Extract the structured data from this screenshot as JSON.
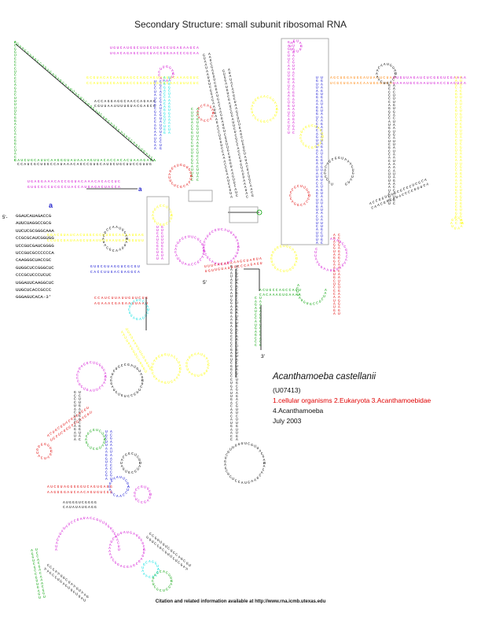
{
  "title": "Secondary Structure: small subunit ribosomal RNA",
  "organism": {
    "name": "Acanthamoeba castellanii",
    "accession": "(U07413)",
    "lineage": "1.cellular organisms 2.Eukaryota 3.Acanthamoebidae",
    "sublineage": "4.Acanthamoeba",
    "date": "July 2003"
  },
  "citation": "Citation and related information available at http://www.rna.icmb.utexas.edu",
  "inset": {
    "label": "a",
    "five_prime": "5'-",
    "sequence_lines": [
      "GGAUCAUAGACCG",
      "AUUCUAGGCCGCG",
      "UUCUCGCGGGCAAA",
      "CCGCGCAUCGGUGG",
      "UCCGUCGAUCGGGG",
      "UCCGUCGCCCCCCA",
      "CAAGGGCUACCGC",
      "GUGGCUCCGGGCUC",
      "CCCGCUCCCUCUC",
      "UGGAUUCAAGGCUC",
      "UUGCUCACCGCCC",
      "GGGAGUCACA-3'"
    ]
  },
  "markers": {
    "five_prime_end": "5'",
    "three_prime_end": "3'",
    "loop_a": "a"
  },
  "colors": {
    "line": "#000000",
    "lineage": "#e00000",
    "inset_label": "#2222cc",
    "palette": [
      "#000000",
      "#e00000",
      "#00a000",
      "#ffff00",
      "#00e0e0",
      "#0000d0",
      "#d000d0",
      "#ff8000"
    ]
  }
}
